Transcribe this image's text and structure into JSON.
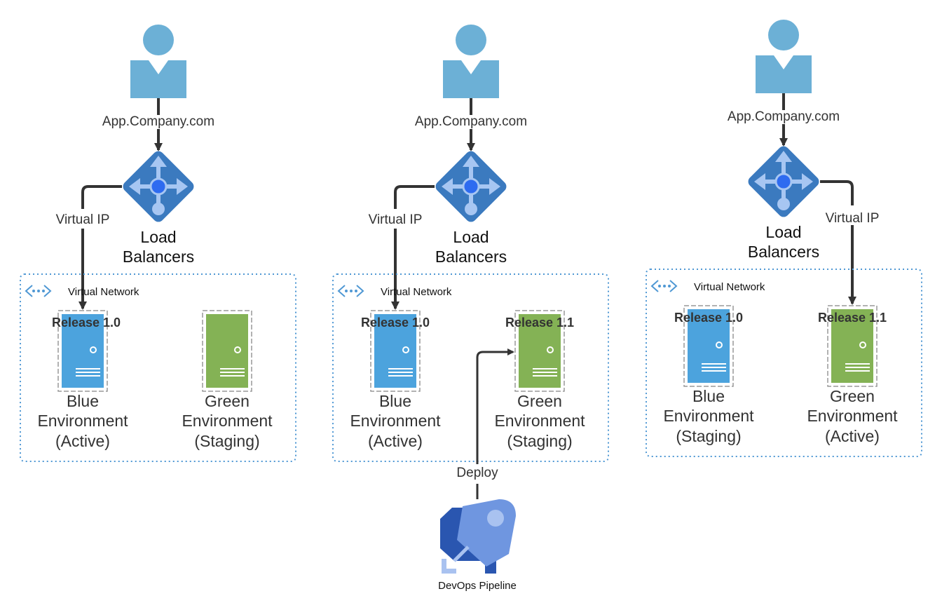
{
  "colors": {
    "user": "#6CB0D6",
    "load_balancer": "#3B7ABF",
    "load_balancer_arrows": "#A7C6F2",
    "blue_server": "#4CA3DD",
    "green_server": "#84B255",
    "vnet_border": "#4F98D4",
    "connector": "#333333",
    "pipeline_dark": "#2A56B0",
    "pipeline_light": "#6F96E0"
  },
  "panels": [
    {
      "url": "App.Company.com",
      "virtual_ip": "Virtual IP",
      "lb_line1": "Load",
      "lb_line2": "Balancers",
      "vnet": "Virtual Network",
      "blue": {
        "release": "Release 1.0",
        "line1": "Blue",
        "line2": "Environment",
        "line3": "(Active)"
      },
      "green": {
        "release": "",
        "line1": "Green",
        "line2": "Environment",
        "line3": "(Staging)"
      }
    },
    {
      "url": "App.Company.com",
      "virtual_ip": "Virtual IP",
      "lb_line1": "Load",
      "lb_line2": "Balancers",
      "vnet": "Virtual Network",
      "blue": {
        "release": "Release 1.0",
        "line1": "Blue",
        "line2": "Environment",
        "line3": "(Active)"
      },
      "green": {
        "release": "Release 1.1",
        "line1": "Green",
        "line2": "Environment",
        "line3": "(Staging)"
      },
      "deploy": "Deploy",
      "pipeline": "DevOps Pipeline"
    },
    {
      "url": "App.Company.com",
      "virtual_ip": "Virtual IP",
      "lb_line1": "Load",
      "lb_line2": "Balancers",
      "vnet": "Virtual Network",
      "blue": {
        "release": "Release 1.0",
        "line1": "Blue",
        "line2": "Environment",
        "line3": "(Staging)"
      },
      "green": {
        "release": "Release 1.1",
        "line1": "Green",
        "line2": "Environment",
        "line3": "(Active)"
      }
    }
  ]
}
